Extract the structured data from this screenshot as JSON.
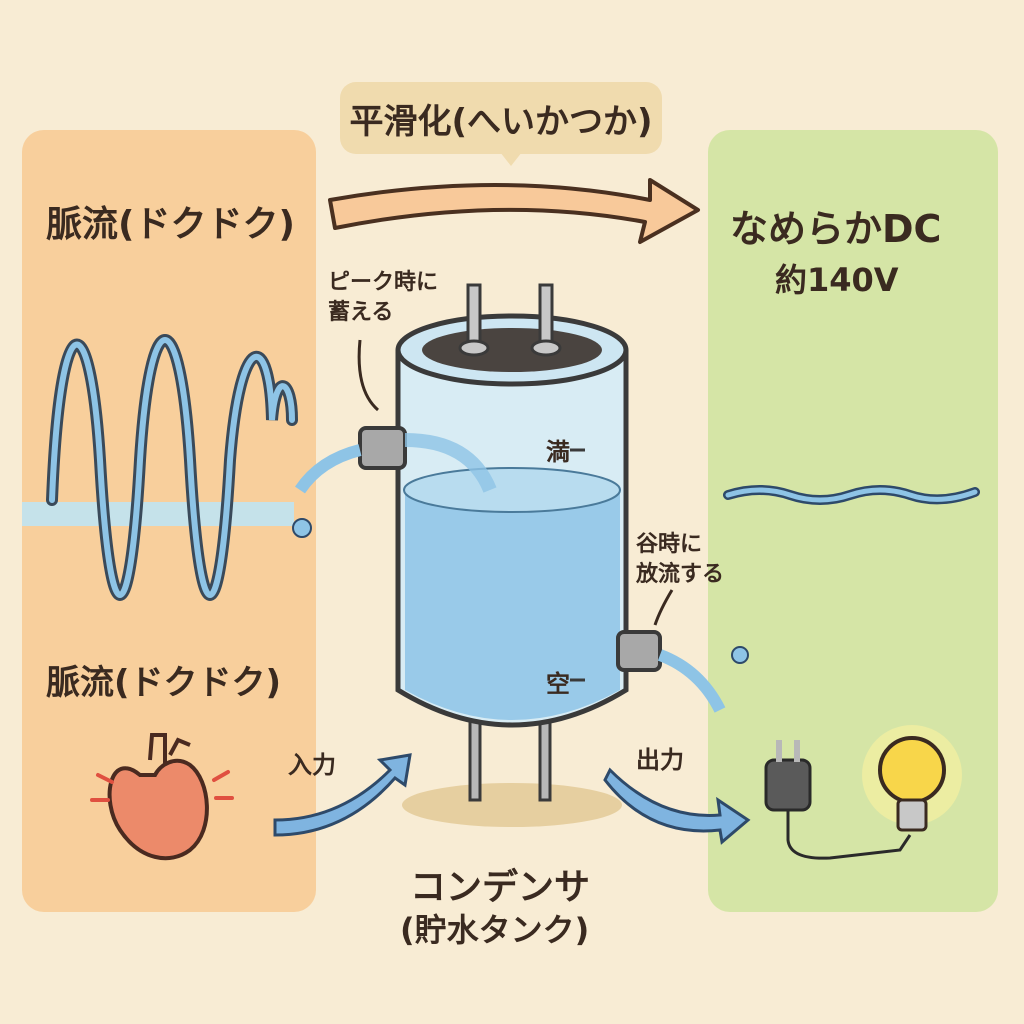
{
  "title": "平滑化(へいかつか)",
  "left_panel": {
    "heading": "脈流(ドクドク)",
    "label": "脈流(ドクドク)",
    "input_label": "入力"
  },
  "right_panel": {
    "heading": "なめらかDC",
    "voltage": "約140V",
    "output_label": "出力"
  },
  "capacitor": {
    "store_note": [
      "ピーク時に",
      "蓄える"
    ],
    "release_note": [
      "谷時に",
      "放流する"
    ],
    "full_label": "満",
    "empty_label": "空",
    "name": "コンデンサ",
    "subtitle": "(貯水タンク)"
  },
  "colors": {
    "left_panel": "#f8cf9c",
    "right_panel": "#d5e5a6",
    "water": "#8ec4e6",
    "arrow": "#f8c99a"
  }
}
